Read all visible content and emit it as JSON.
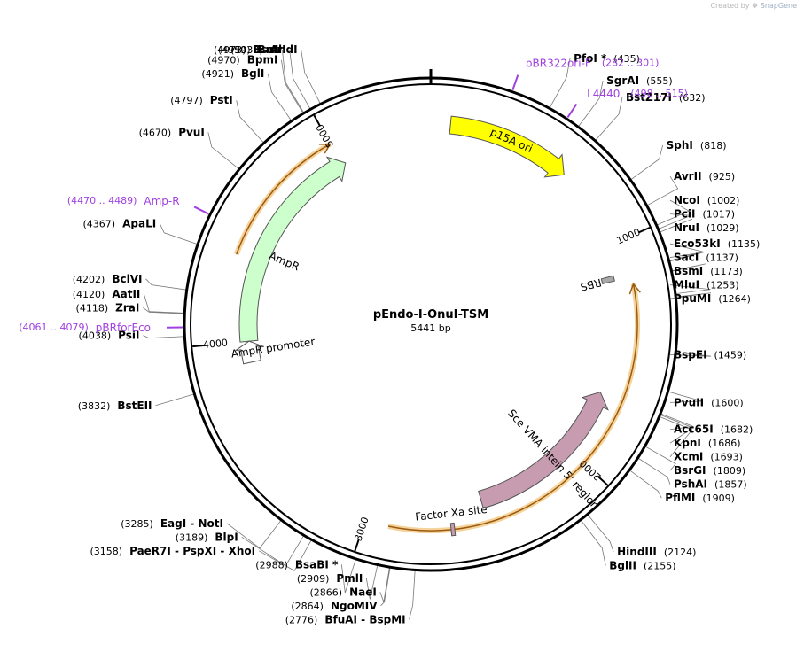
{
  "watermark": {
    "prefix": "Created by",
    "brand": "SnapGene"
  },
  "plasmid": {
    "name": "pEndo-I-OnuI-TSM",
    "size_label": "5441 bp",
    "length": 5441
  },
  "ticks": [
    {
      "bp": 1000,
      "label": "1000"
    },
    {
      "bp": 2000,
      "label": "2000"
    },
    {
      "bp": 3000,
      "label": "3000"
    },
    {
      "bp": 4000,
      "label": "4000"
    },
    {
      "bp": 5000,
      "label": "5000"
    }
  ],
  "features": [
    {
      "label": "p15A ori",
      "start": 85,
      "end": 630,
      "color": "#ffff00",
      "direction": "forward",
      "track": "inner"
    },
    {
      "label": "AmpR",
      "start": 4000,
      "end": 5020,
      "color": "#ccffcc",
      "direction": "forward",
      "track": "inner"
    },
    {
      "label": "AmpR promoter",
      "start": 3900,
      "end": 4000,
      "color": "#ffffff",
      "direction": "forward",
      "track": "inner"
    },
    {
      "label": "Sce VMA intein 5' region",
      "start": 1690,
      "end": 2480,
      "color": "#c89cb0",
      "direction": "reverse",
      "track": "inner"
    },
    {
      "label": "RBS",
      "start": 1135,
      "end": 1160,
      "color": "#a8a8a8",
      "direction": "none",
      "track": "inner"
    },
    {
      "label": "Factor Xa site",
      "start": 2620,
      "end": 2635,
      "color": "#c89cb0",
      "direction": "none",
      "track": "inner"
    }
  ],
  "orfs": [
    {
      "start": 1190,
      "end": 2900,
      "direction": "reverse"
    },
    {
      "start": 4380,
      "end": 5000,
      "direction": "forward"
    }
  ],
  "sites": [
    {
      "name": "AhdI",
      "pos": "(5039)",
      "bp": 5039
    },
    {
      "name": "BmrI",
      "pos": "(4999)",
      "bp": 4999
    },
    {
      "name": "BsaI",
      "pos": "(4973)",
      "bp": 4973
    },
    {
      "name": "BpmI",
      "pos": "(4970)",
      "bp": 4970
    },
    {
      "name": "BglI",
      "pos": "(4921)",
      "bp": 4921
    },
    {
      "name": "PstI",
      "pos": "(4797)",
      "bp": 4797
    },
    {
      "name": "PvuI",
      "pos": "(4670)",
      "bp": 4670
    },
    {
      "name": "ApaLI",
      "pos": "(4367)",
      "bp": 4367
    },
    {
      "name": "BciVI",
      "pos": "(4202)",
      "bp": 4202
    },
    {
      "name": "AatII",
      "pos": "(4120)",
      "bp": 4120
    },
    {
      "name": "ZraI",
      "pos": "(4118)",
      "bp": 4118
    },
    {
      "name": "PsiI",
      "pos": "(4038)",
      "bp": 4038
    },
    {
      "name": "BstEII",
      "pos": "(3832)",
      "bp": 3832
    },
    {
      "name": "EagI - NotI",
      "pos": "(3285)",
      "bp": 3285
    },
    {
      "name": "BlpI",
      "pos": "(3189)",
      "bp": 3189
    },
    {
      "name": "PaeR7I - PspXI - XhoI",
      "pos": "(3158)",
      "bp": 3158
    },
    {
      "name": "BsaBI *",
      "pos": "(2988)",
      "bp": 2988
    },
    {
      "name": "PmlI",
      "pos": "(2909)",
      "bp": 2909
    },
    {
      "name": "NaeI",
      "pos": "(2866)",
      "bp": 2866
    },
    {
      "name": "NgoMIV",
      "pos": "(2864)",
      "bp": 2864
    },
    {
      "name": "BfuAI - BspMI",
      "pos": "(2776)",
      "bp": 2776
    },
    {
      "name": "BglII",
      "pos": "(2155)",
      "bp": 2155
    },
    {
      "name": "HindIII",
      "pos": "(2124)",
      "bp": 2124
    },
    {
      "name": "PflMI",
      "pos": "(1909)",
      "bp": 1909
    },
    {
      "name": "PshAI",
      "pos": "(1857)",
      "bp": 1857
    },
    {
      "name": "BsrGI",
      "pos": "(1809)",
      "bp": 1809
    },
    {
      "name": "XcmI",
      "pos": "(1693)",
      "bp": 1693
    },
    {
      "name": "KpnI",
      "pos": "(1686)",
      "bp": 1686
    },
    {
      "name": "Acc65I",
      "pos": "(1682)",
      "bp": 1682
    },
    {
      "name": "PvuII",
      "pos": "(1600)",
      "bp": 1600
    },
    {
      "name": "BspEI",
      "pos": "(1459)",
      "bp": 1459
    },
    {
      "name": "PpuMI",
      "pos": "(1264)",
      "bp": 1264
    },
    {
      "name": "MluI",
      "pos": "(1253)",
      "bp": 1253
    },
    {
      "name": "BsmI",
      "pos": "(1173)",
      "bp": 1173
    },
    {
      "name": "SacI",
      "pos": "(1137)",
      "bp": 1137
    },
    {
      "name": "Eco53kI",
      "pos": "(1135)",
      "bp": 1135
    },
    {
      "name": "NruI",
      "pos": "(1029)",
      "bp": 1029
    },
    {
      "name": "PciI",
      "pos": "(1017)",
      "bp": 1017
    },
    {
      "name": "NcoI",
      "pos": "(1002)",
      "bp": 1002
    },
    {
      "name": "AvrII",
      "pos": "(925)",
      "bp": 925
    },
    {
      "name": "SphI",
      "pos": "(818)",
      "bp": 818
    },
    {
      "name": "BstZ17I",
      "pos": "(632)",
      "bp": 632
    },
    {
      "name": "SgrAI",
      "pos": "(555)",
      "bp": 555
    },
    {
      "name": "PfoI *",
      "pos": "(435)",
      "bp": 435
    }
  ],
  "primers": [
    {
      "name": "pBR322ori-F",
      "range": "(282 .. 301)",
      "bp": 291,
      "direction": "forward"
    },
    {
      "name": "L4440",
      "range": "(498 .. 515)",
      "bp": 506,
      "direction": "forward"
    },
    {
      "name": "Amp-R",
      "range": "(4470 .. 4489)",
      "bp": 4480,
      "direction": "reverse"
    },
    {
      "name": "pBRforEco",
      "range": "(4061 .. 4079)",
      "bp": 4070,
      "direction": "forward"
    }
  ]
}
